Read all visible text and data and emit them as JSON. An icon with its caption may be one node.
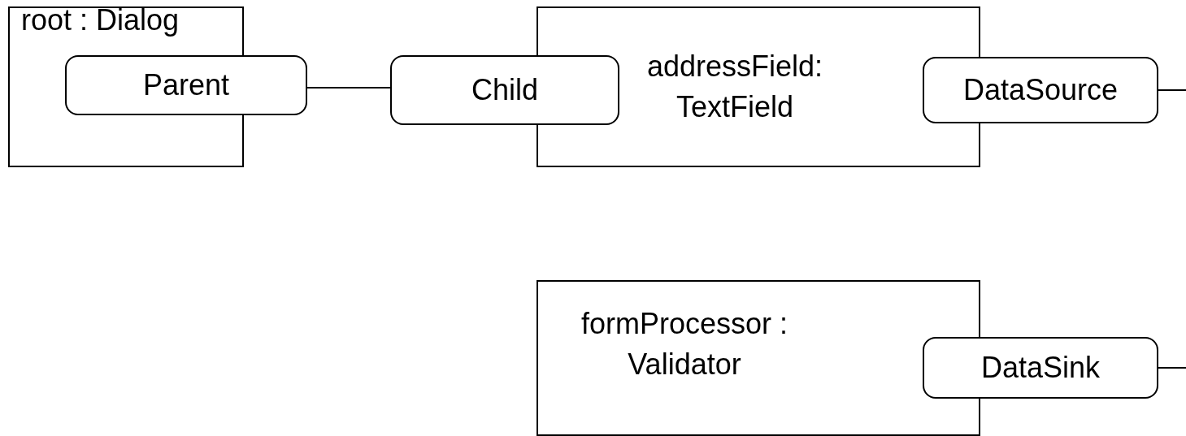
{
  "diagram": {
    "nodes": [
      {
        "text": [
          "root : Dialog"
        ]
      },
      {
        "text": [
          "Parent"
        ]
      },
      {
        "text": [
          "addressField: TextField"
        ]
      },
      {
        "text": [
          "Child"
        ]
      },
      {
        "text": [
          "DataSource"
        ]
      },
      {
        "text": [
          "formProcessor : Validator"
        ]
      },
      {
        "text": [
          "DataSink"
        ]
      }
    ],
    "edges": [
      {
        "from": 1,
        "to": 3,
        "arrow": "none"
      },
      {
        "from": 4,
        "to": null,
        "arrow": "none"
      },
      {
        "from": 6,
        "to": null,
        "arrow": "none"
      }
    ]
  }
}
